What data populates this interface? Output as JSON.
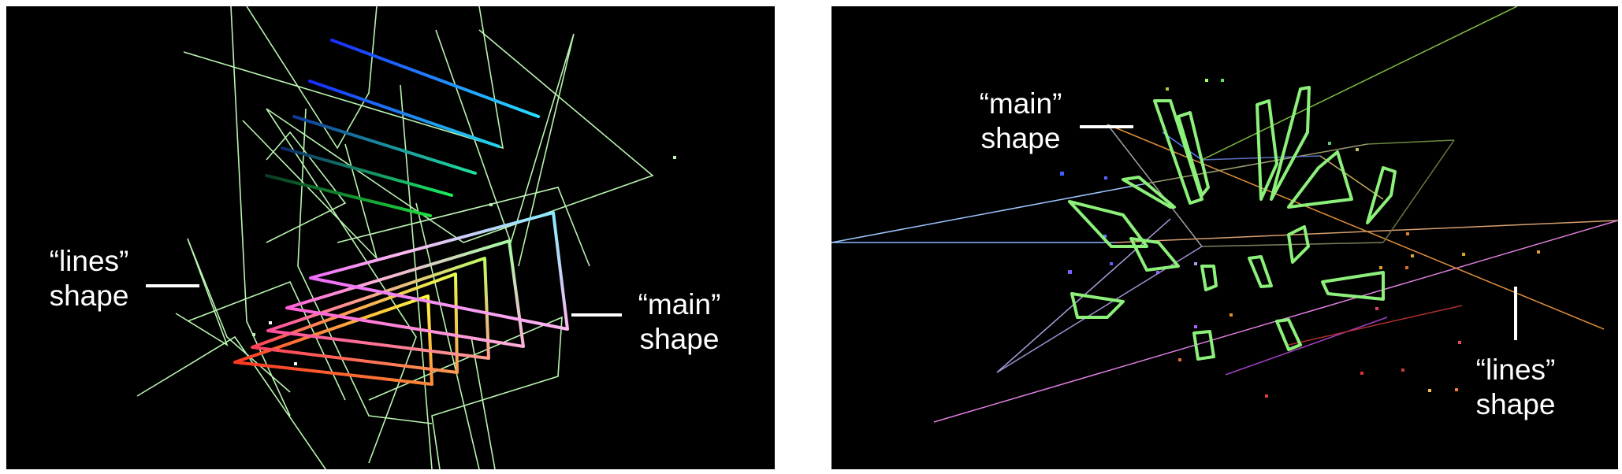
{
  "panels": [
    {
      "name": "left",
      "labels": {
        "lines_callout": [
          "“lines”",
          "shape"
        ],
        "main_callout": [
          "“main”",
          "shape"
        ]
      }
    },
    {
      "name": "right",
      "labels": {
        "main_callout": [
          "“main”",
          "shape"
        ],
        "lines_callout": [
          "“lines”",
          "shape"
        ]
      }
    }
  ],
  "colors": {
    "background": "#000000",
    "lines_shape_left": "#b9f5b0",
    "main_shape_right": "#8cf07a",
    "label_text": "#ffffff"
  }
}
